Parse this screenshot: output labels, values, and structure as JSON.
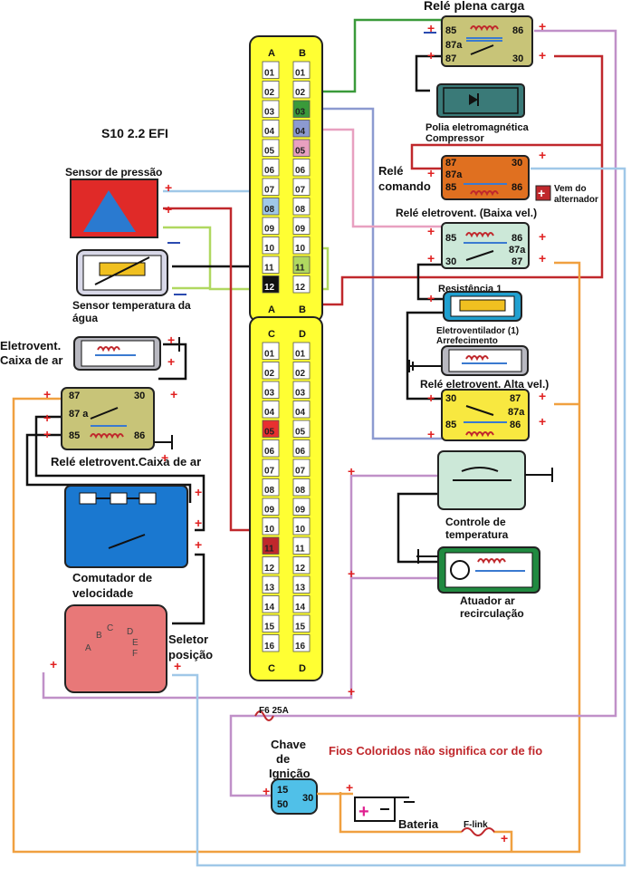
{
  "title": "S10 2.2 EFI",
  "note": "Fios Coloridos não significa cor de fio",
  "colors": {
    "connector_fill": "#ffff33",
    "wire_red": "#c0282c",
    "wire_green": "#3a9a3a",
    "wire_blue": "#8c9ad0",
    "wire_pink": "#e8a0c0",
    "wire_purple": "#c090c8",
    "wire_orange": "#f0a040",
    "wire_lightblue": "#a0c8e8",
    "wire_lime": "#b0d860",
    "wire_black": "#111111"
  },
  "connector_a": {
    "header_left": "A",
    "header_right": "B",
    "footer_left": "A",
    "footer_right": "B",
    "pins": [
      "01",
      "02",
      "03",
      "04",
      "05",
      "06",
      "07",
      "08",
      "09",
      "10",
      "11",
      "12"
    ],
    "highlights": [
      {
        "pin": "03",
        "side": "right",
        "color": "#3a9a3a"
      },
      {
        "pin": "04",
        "side": "right",
        "color": "#8c9ad0"
      },
      {
        "pin": "05",
        "side": "right",
        "color": "#e8a0c0"
      },
      {
        "pin": "08",
        "side": "left",
        "color": "#a0c8e8"
      },
      {
        "pin": "11",
        "side": "right",
        "color": "#b0d860"
      },
      {
        "pin": "12",
        "side": "left",
        "color": "#111111"
      }
    ]
  },
  "connector_c": {
    "header_left": "C",
    "header_right": "D",
    "footer_left": "C",
    "footer_right": "D",
    "pins": [
      "01",
      "02",
      "03",
      "04",
      "05",
      "06",
      "07",
      "08",
      "09",
      "10",
      "11",
      "12",
      "13",
      "14",
      "15",
      "16"
    ],
    "highlights": [
      {
        "pin": "05",
        "side": "left",
        "color": "#e83030"
      },
      {
        "pin": "11",
        "side": "left",
        "color": "#c0282c"
      }
    ]
  },
  "components": {
    "rele_plena_carga": {
      "label": "Relé plena carga",
      "pins": [
        "85",
        "86",
        "87a",
        "87",
        "30"
      ]
    },
    "polia": {
      "label1": "Polia eletromagnética",
      "label2": "Compressor"
    },
    "rele_comando": {
      "label1": "Relé",
      "label2": "comando",
      "pins": [
        "87",
        "30",
        "87a",
        "85",
        "86"
      ]
    },
    "vem_alternador": {
      "label1": "Vem do",
      "label2": "alternador"
    },
    "rele_baixa": {
      "label": "Relé  eletrovent. (Baixa vel.)",
      "pins": [
        "85",
        "86",
        "30",
        "87a",
        "87"
      ]
    },
    "resistencia": {
      "label": "Resistência 1"
    },
    "eletroventilador": {
      "label1": "Eletroventilador (1)",
      "label2": "Arrefecimento"
    },
    "rele_alta": {
      "label": "Relé  eletrovent. Alta vel.)",
      "pins": [
        "30",
        "87",
        "87a",
        "85",
        "86"
      ]
    },
    "controle_temp": {
      "label1": "Controle de",
      "label2": "temperatura"
    },
    "atuador": {
      "label1": "Atuador ar",
      "label2": "recirculação"
    },
    "sensor_pressao": {
      "label": "Sensor de pressão"
    },
    "sensor_temp": {
      "label1": "Sensor temperatura da",
      "label2": "água"
    },
    "eletrovent_caixa": {
      "label1": "Eletrovent.",
      "label2": "Caixa de ar"
    },
    "rele_caixa": {
      "label": "Relé eletrovent.Caixa de ar",
      "pins": [
        "87",
        "30",
        "87 a",
        "85",
        "86"
      ]
    },
    "comutador": {
      "label1": "Comutador de",
      "label2": "velocidade"
    },
    "seletor": {
      "label1": "Seletor",
      "label2": "posição",
      "pins": [
        "A",
        "B",
        "C",
        "D",
        "E",
        "F"
      ]
    },
    "fusivel": {
      "label": "F6 25A"
    },
    "chave": {
      "label1": "Chave",
      "label2": "de",
      "label3": "Ignição",
      "pins": [
        "15",
        "30",
        "50"
      ]
    },
    "bateria": {
      "label": "Bateria"
    },
    "flink": {
      "label": "F-link"
    }
  },
  "symbols": {
    "plus": "+",
    "minus": "—"
  }
}
